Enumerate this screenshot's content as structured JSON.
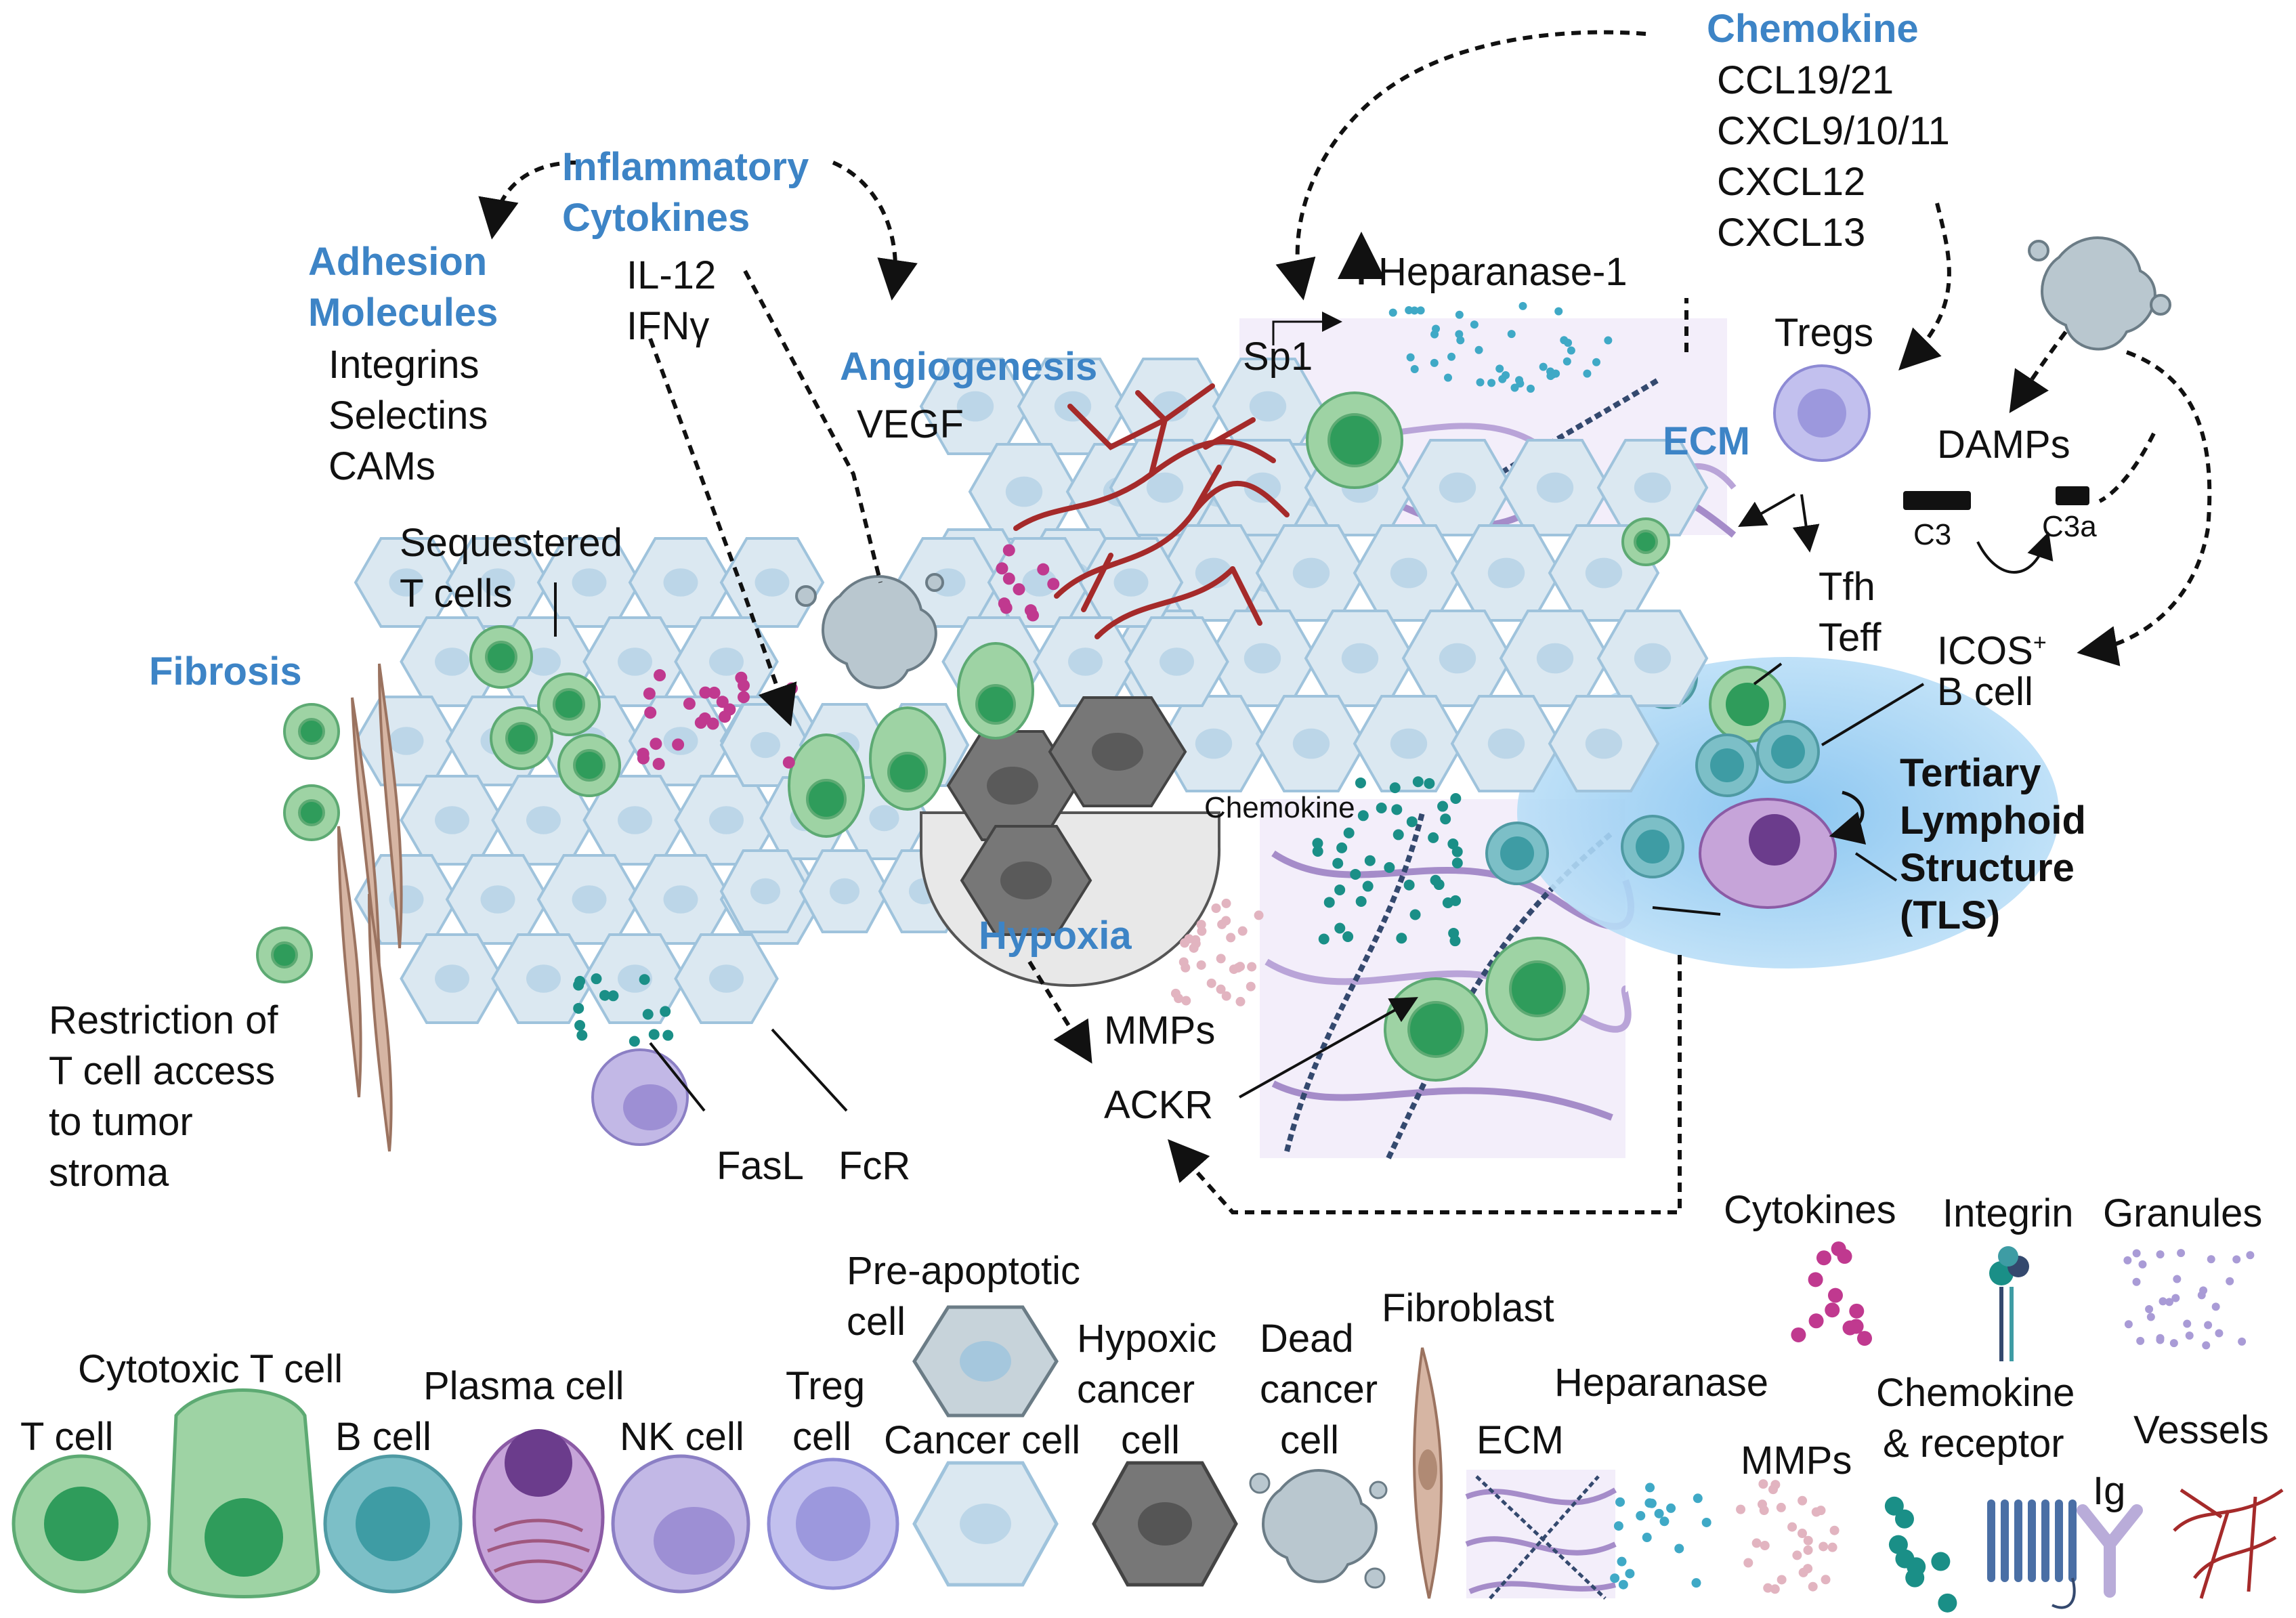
{
  "headings": {
    "chemokine": "Chemokine",
    "inflammatory_cytokines": [
      "Inflammatory",
      "Cytokines"
    ],
    "adhesion_molecules": [
      "Adhesion",
      "Molecules"
    ],
    "angiogenesis": "Angiogenesis",
    "fibrosis": "Fibrosis",
    "hypoxia": "Hypoxia",
    "ecm": "ECM"
  },
  "chemokine_list": [
    "CCL19/21",
    "CXCL9/10/11",
    "CXCL12",
    "CXCL13"
  ],
  "cytokine_list": [
    "IL-12",
    "IFNγ"
  ],
  "adhesion_list": [
    "Integrins",
    "Selectins",
    "CAMs"
  ],
  "angiogenesis_list": [
    "VEGF"
  ],
  "labels": {
    "sp1": "Sp1",
    "heparanase1": "Heparanase-1",
    "tregs": "Tregs",
    "damps": "DAMPs",
    "c3": "C3",
    "c3a": "C3a",
    "tfh": "Tfh",
    "teff": "Teff",
    "icos": "ICOS",
    "icos_sup": "+",
    "b_cell": "B cell",
    "tls": [
      "Tertiary",
      "Lymphoid",
      "Structure",
      "(TLS)"
    ],
    "sequestered": [
      "Sequestered",
      "T cells"
    ],
    "restriction": [
      "Restriction of",
      "T cell access",
      "to tumor",
      "stroma"
    ],
    "fasl": "FasL",
    "fcr": "FcR",
    "chemokine_small": "Chemokine",
    "mmps": "MMPs",
    "ackr": "ACKR"
  },
  "legend": {
    "t_cell": "T cell",
    "cytotoxic_t_cell": "Cytotoxic T cell",
    "b_cell": "B cell",
    "plasma_cell": "Plasma cell",
    "nk_cell": "NK cell",
    "treg_cell": [
      "Treg",
      "cell"
    ],
    "pre_apoptotic": [
      "Pre-apoptotic",
      "cell"
    ],
    "cancer_cell": "Cancer cell",
    "hypoxic_cancer_cell": [
      "Hypoxic",
      "cancer",
      "cell"
    ],
    "dead_cancer_cell": [
      "Dead",
      "cancer",
      "cell"
    ],
    "fibroblast": "Fibroblast",
    "ecm": "ECM",
    "heparanase": "Heparanase",
    "mmps": "MMPs",
    "cytokines": "Cytokines",
    "integrin": "Integrin",
    "granules": "Granules",
    "chemokine_receptor": [
      "Chemokine",
      "& receptor"
    ],
    "ig": "Ig",
    "vessels": "Vessels"
  },
  "colors": {
    "heading_blue": "#3d84c6",
    "cancer_fill": "#dbe8f1",
    "cancer_stroke": "#9fc3dc",
    "t_cell": "#9ed3a4",
    "t_cell_nucleus": "#2f9c5b",
    "vessel": "#a52a2a",
    "ecm_purple": "#a58cc9",
    "cytokine_magenta": "#c0398f",
    "chemokine_teal": "#1a8f87",
    "hypoxic_grey": "#7a7a7a",
    "fibroblast_tan": "#d6b5a3",
    "plasma_purple": "#8b5ba5",
    "treg_lavender": "#a7a5de",
    "tls_blue": "#a8d4f2"
  }
}
